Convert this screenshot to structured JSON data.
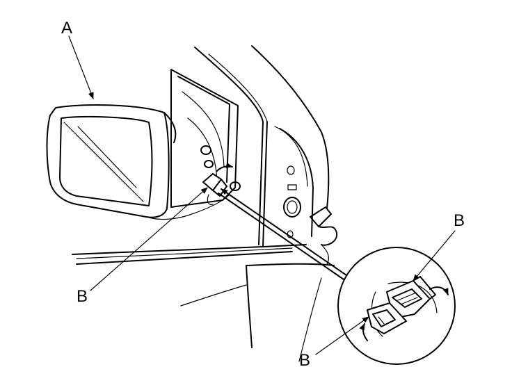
{
  "callouts": {
    "mirror": "A",
    "connector_on_door": "B",
    "connector_detail_top": "B",
    "connector_detail_bottom": "B"
  }
}
